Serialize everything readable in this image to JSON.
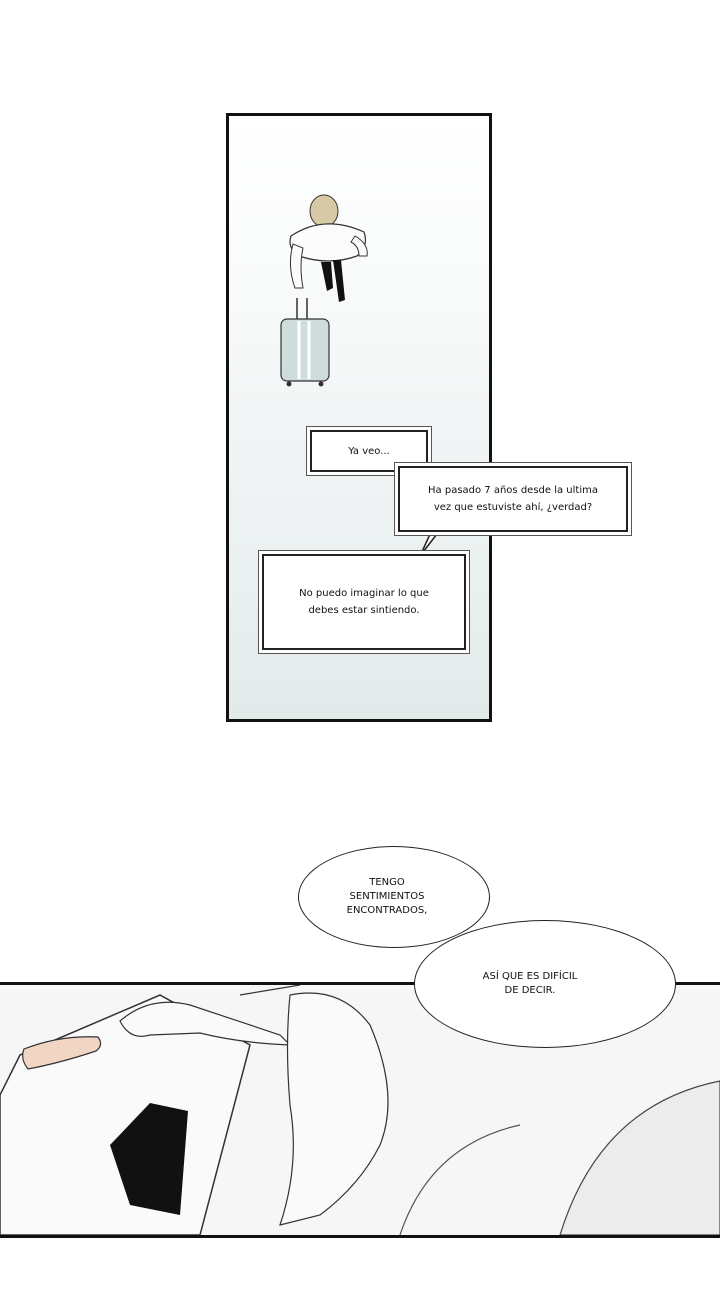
{
  "captions": {
    "c1": "Ya veo...",
    "c2": "Ha pasado 7 años desde la ultima\nvez que estuviste ahí, ¿verdad?",
    "c3": "No puedo imaginar lo que\ndebes estar sintiendo."
  },
  "bubbles": {
    "b1": "TENGO\nSENTIMIENTOS\nENCONTRADOS,",
    "b2": "ASÍ QUE ES DIFÍCIL\nDE DECIR."
  },
  "colors": {
    "ink": "#111111",
    "hair": "#d8c9a6",
    "suitcase": "#cfdcdc",
    "skin": "#f2d6c4"
  }
}
